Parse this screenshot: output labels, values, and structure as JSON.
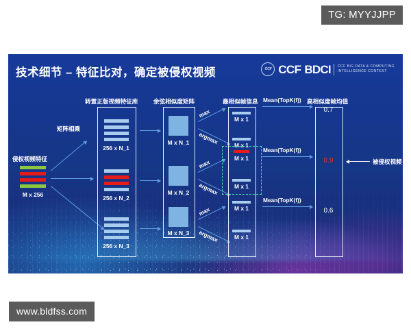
{
  "watermarks": {
    "top": "TG: MYYJJPP",
    "bottom": "www.bldfss.com"
  },
  "slide": {
    "title": "技术细节 – 特征比对，确定被侵权视频",
    "logo": {
      "seal": "CCF",
      "ccf": "CCF",
      "bdci": "BDCI",
      "tagline_line1": "CCF BIG DATA & COMPUTING",
      "tagline_line2": "INTELLIGENCE CONTEST"
    },
    "colors": {
      "accent_blue": "#7fb4e2",
      "bar_blue": "#a9cdee",
      "highlight_red": "#e41b18",
      "highlight_green": "#8dc63f",
      "dashed_green": "#49e0a8",
      "slide_bg_top": "#173a9b",
      "slide_bg_bottom": "#1b2a72",
      "arrow_blue": "#5f9fe0"
    },
    "diagram": {
      "column_titles": {
        "feature_db": "转置正版视频特征库",
        "cosine_matrix": "余弦相似度矩阵",
        "similar_frames": "最相似帧信息",
        "mean_scores": "高相似度帧均值"
      },
      "input": {
        "label": "侵权视频特征",
        "dims": "M x 256",
        "bars": [
          "green",
          "red",
          "red",
          "green"
        ]
      },
      "matmul_label": "矩阵相乘",
      "feature_db_items": [
        {
          "dims": "256 x N_1",
          "bars": [
            "blue",
            "blue",
            "blue",
            "blue"
          ]
        },
        {
          "dims": "256 x N_2",
          "bars": [
            "blue",
            "red",
            "red",
            "blue"
          ]
        },
        {
          "dims": "256 x N_3",
          "bars": [
            "blue",
            "blue",
            "blue",
            "blue"
          ]
        }
      ],
      "cosine_items": [
        {
          "dims": "M x N_1"
        },
        {
          "dims": "M x N_2"
        },
        {
          "dims": "M x N_3"
        }
      ],
      "op_labels": {
        "max": "max",
        "argmax": "argmax"
      },
      "similar_frame_items": [
        {
          "dims": "M x 1",
          "bar": "blue"
        },
        {
          "dims": "M x 1",
          "bar": "blue"
        },
        {
          "dims": "M x 1",
          "bar": "red"
        },
        {
          "dims": "M x 1",
          "bar": "blue"
        },
        {
          "dims": "M x 1",
          "bar": "blue"
        },
        {
          "dims": "M x 1",
          "bar": "blue"
        }
      ],
      "mean_label": "Mean(TopK(f))",
      "scores": [
        "0.7",
        "0.9",
        "0.6"
      ],
      "result_label": "被侵权视频"
    }
  }
}
